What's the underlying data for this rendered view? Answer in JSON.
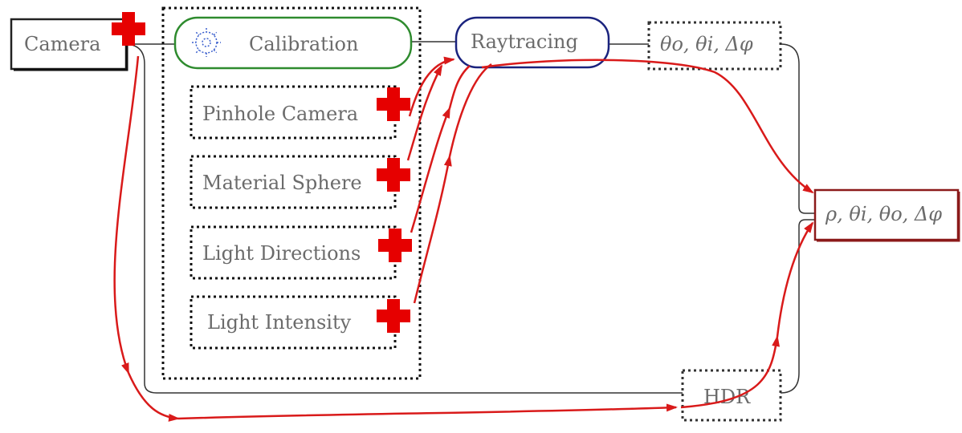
{
  "diagram": {
    "nodes": {
      "camera": "Camera",
      "calibration": "Calibration",
      "raytracing": "Raytracing",
      "angles_out": "θo, θi, Δφ",
      "pinhole_camera": "Pinhole Camera",
      "material_sphere": "Material Sphere",
      "light_directions": "Light Directions",
      "light_intensity": "Light Intensity",
      "output": "ρ, θi, θo, Δφ",
      "hdr": "HDR"
    },
    "icons": {
      "calibration": "gear-icon",
      "plus": "plus-icon"
    },
    "colors": {
      "calibration_border": "#2e8b2e",
      "raytracing_border": "#1a237e",
      "output_border": "#8b1a1a",
      "arrow": "#d91a1a",
      "plus": "#e60000",
      "connector": "#333333"
    }
  }
}
